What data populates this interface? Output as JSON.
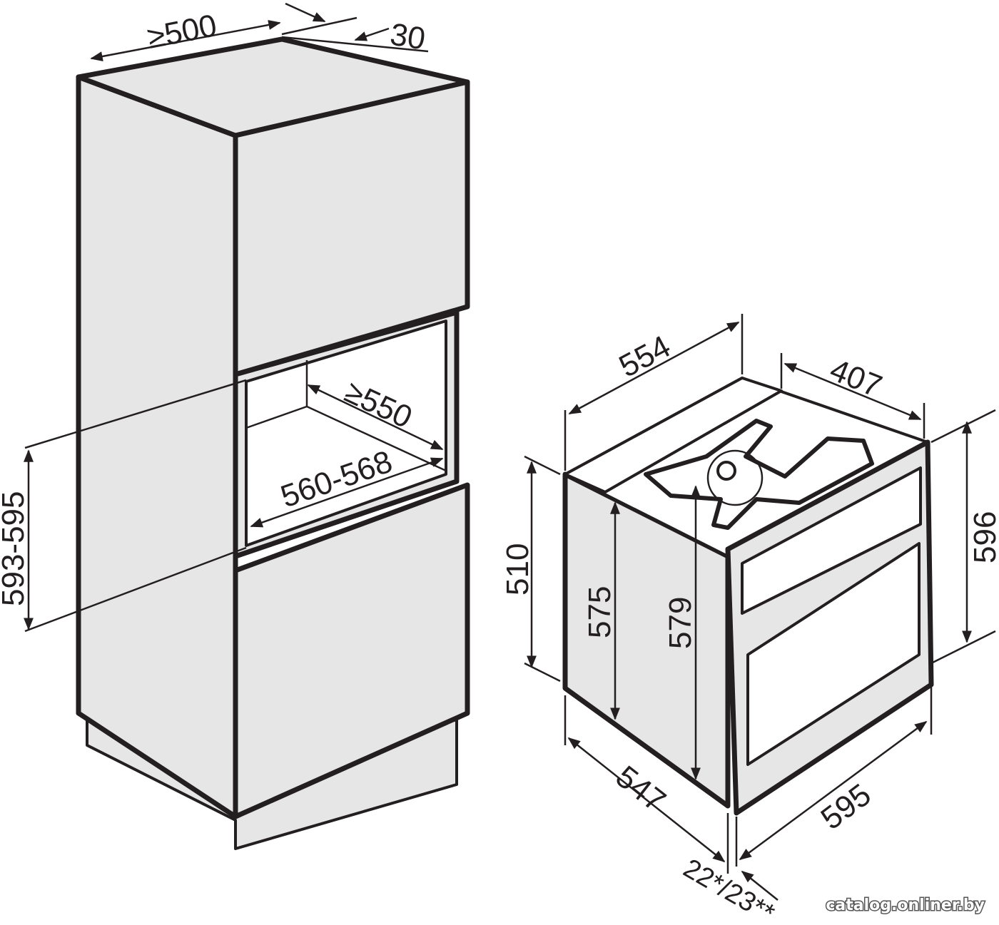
{
  "cabinet": {
    "depth_min": "≥500",
    "vent_gap": "30",
    "niche_depth_min": "≥550",
    "niche_width": "560-568",
    "niche_height": "593-595"
  },
  "oven": {
    "top_depth": "554",
    "top_rear_width": "407",
    "height_total": "596",
    "body_height": "510",
    "height_575": "575",
    "height_579": "579",
    "body_depth": "547",
    "front_width": "595",
    "front_thickness": "22*/23**"
  },
  "watermark": "catalog.onliner.by",
  "colors": {
    "line": "#231f20",
    "fill": "#e6e6e6",
    "background": "#ffffff"
  }
}
